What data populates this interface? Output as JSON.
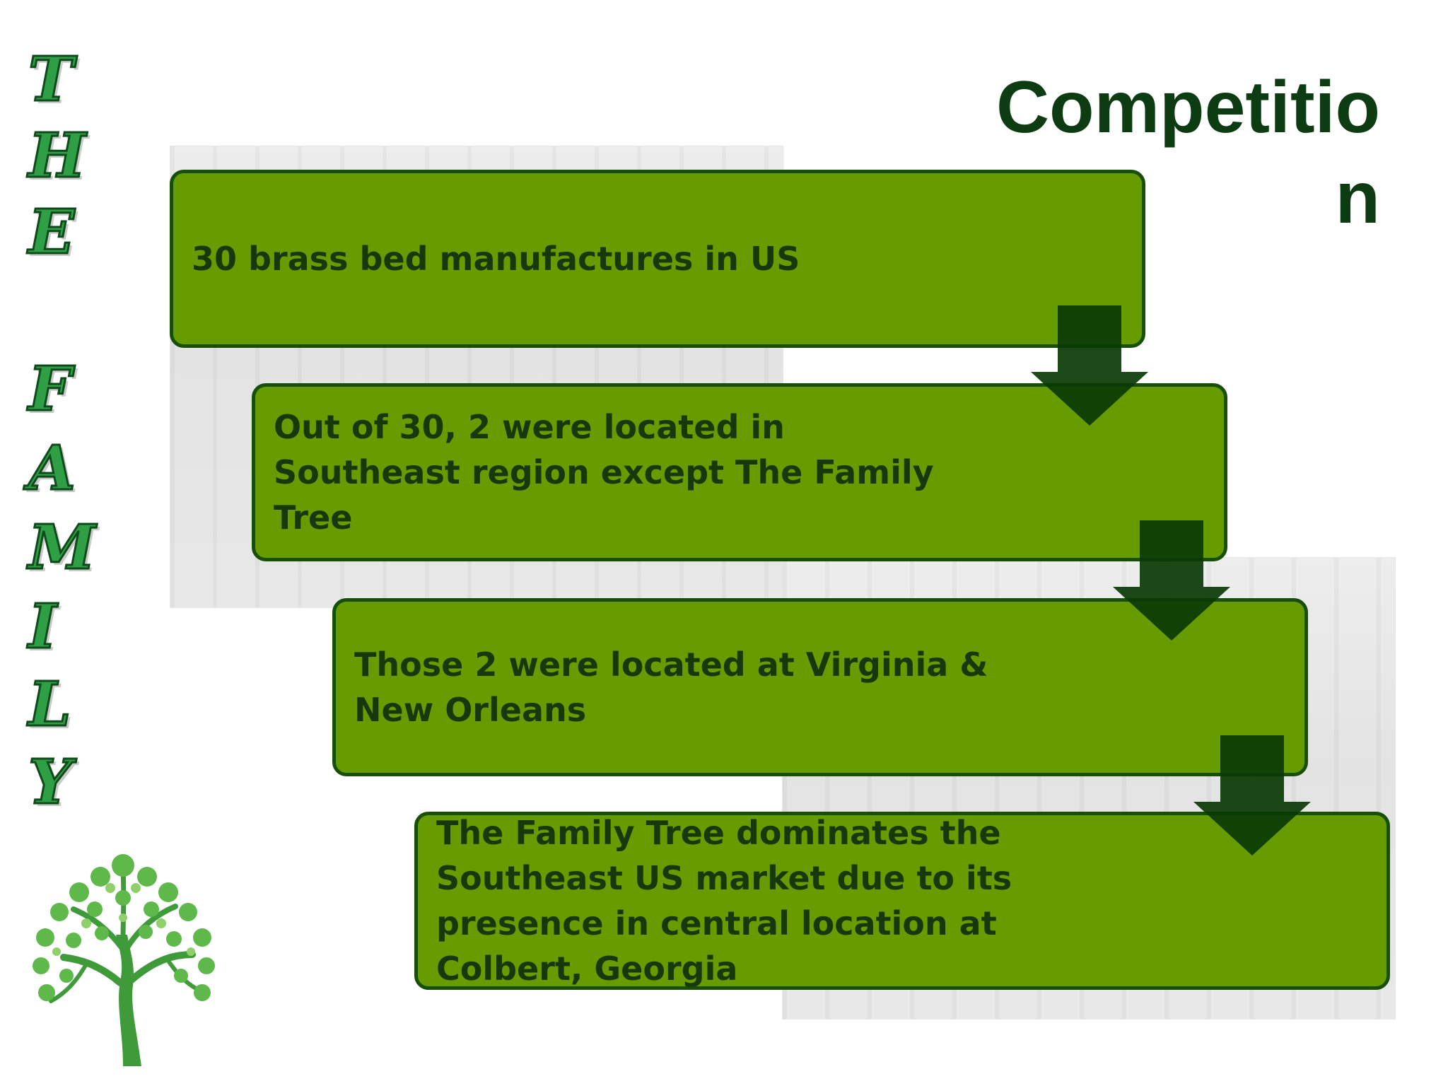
{
  "slide": {
    "title": "Competition",
    "vertical_title": {
      "letters": [
        "T",
        "H",
        "E",
        "F",
        "A",
        "M",
        "I",
        "L",
        "Y"
      ]
    },
    "steps": [
      {
        "text": "30 brass bed manufactures in US"
      },
      {
        "text": "Out of 30, 2 were located in Southeast region except The Family Tree"
      },
      {
        "text": "Those 2 were located at Virginia & New Orleans"
      },
      {
        "text": "The Family Tree dominates the Southeast US market due to its presence in central location at Colbert, Georgia"
      }
    ],
    "icons": {
      "logo": "tree-logo-icon",
      "step_arrow": "arrow-down-icon"
    },
    "colors": {
      "box_fill": "#669c00",
      "box_border": "#174f07",
      "arrow": "#0a3a05",
      "title": "#0d3b12",
      "vertical_title": "#2e9f45"
    }
  }
}
